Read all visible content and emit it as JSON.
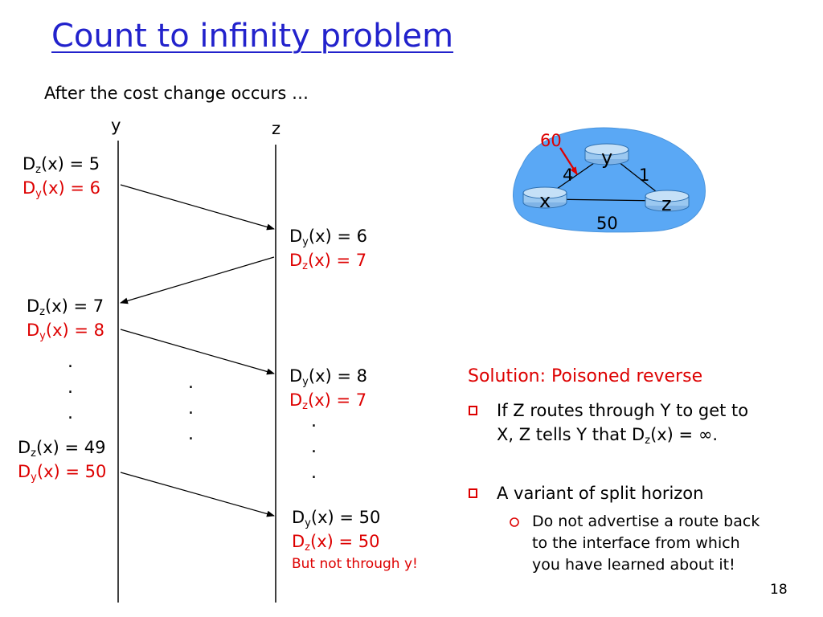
{
  "slide": {
    "title": "Count to infinity problem",
    "subtitle": "After the cost change occurs …",
    "page_number": "18"
  },
  "columns": {
    "y_label": "y",
    "z_label": "z"
  },
  "y_side": [
    {
      "line1": {
        "base": "D",
        "sub": "z",
        "rest": "(x) = 5"
      },
      "line2": {
        "base": "D",
        "sub": "y",
        "rest": "(x) = 6"
      }
    },
    {
      "line1": {
        "base": "D",
        "sub": "z",
        "rest": "(x) = 7"
      },
      "line2": {
        "base": "D",
        "sub": "y",
        "rest": "(x) = 8"
      }
    },
    {
      "line1": {
        "base": "D",
        "sub": "z",
        "rest": "(x) = 49"
      },
      "line2": {
        "base": "D",
        "sub": "y",
        "rest": "(x) = 50"
      }
    }
  ],
  "z_side": [
    {
      "line1": {
        "base": "D",
        "sub": "y",
        "rest": "(x) = 6"
      },
      "line2": {
        "base": "D",
        "sub": "z",
        "rest": "(x) = 7"
      }
    },
    {
      "line1": {
        "base": "D",
        "sub": "y",
        "rest": "(x) = 8"
      },
      "line2": {
        "base": "D",
        "sub": "z",
        "rest": "(x) = 7"
      }
    },
    {
      "line1": {
        "base": "D",
        "sub": "y",
        "rest": "(x) = 50"
      },
      "line2": {
        "base": "D",
        "sub": "z",
        "rest": "(x) = 50"
      }
    }
  ],
  "z_note": "But not through y!",
  "dots": ".",
  "network": {
    "nodes": {
      "x": "x",
      "y": "y",
      "z": "z"
    },
    "link_costs": {
      "x_y_changed": "60",
      "x_y": "4",
      "y_z": "1",
      "x_z": "50"
    },
    "colors": {
      "cloud": "#5aa8f5",
      "router": "#9bc8f0",
      "changed_cost": "#dd0000"
    }
  },
  "solution": {
    "title": "Solution: Poisoned reverse",
    "bullet1_a": "If Z routes through Y to get to",
    "bullet1_b_pre": "X,  Z tells Y that D",
    "bullet1_b_sub": "z",
    "bullet1_b_post": "(x) = ∞.",
    "bullet2": "A variant of split horizon",
    "sub_bullet_lines": [
      "Do not advertise a route back",
      "to the interface from which",
      "you have learned about it!"
    ]
  },
  "colors": {
    "title": "#2222cc",
    "highlight": "#dd0000",
    "bullet": "#dd0000"
  }
}
